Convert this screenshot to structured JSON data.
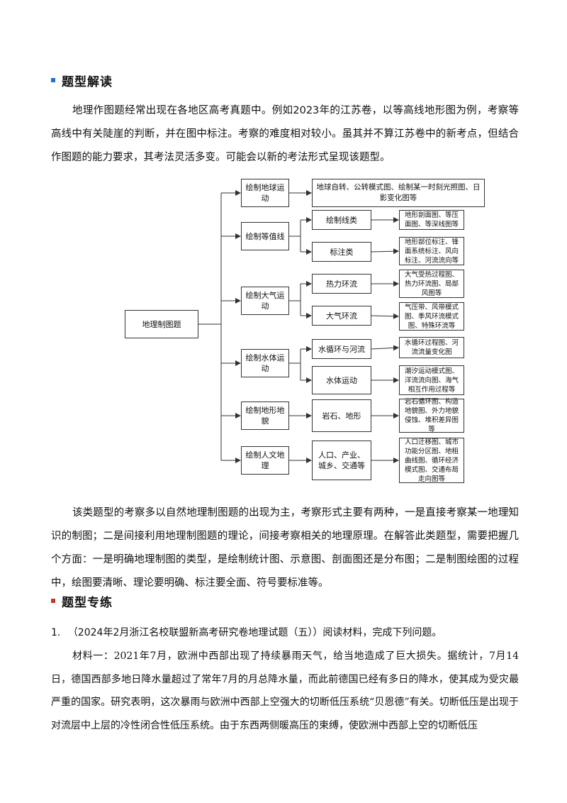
{
  "section1": {
    "title": "题型解读",
    "bullet_color": "#1f6fd1"
  },
  "intro_paragraph": "地理作图题经常出现在各地区高考真题中。例如2023年的江苏卷，以等高线地形图为例，考察等高线中有关陡崖的判断，并在图中标注。考察的难度相对较小。虽其并不算江苏卷中的新考点，但结合作图题的能力要求，其考法灵活多变。可能会以新的考法形式呈现该题型。",
  "diagram": {
    "root": "地理制图题",
    "categories": [
      {
        "label": "绘制地球运动",
        "children": [],
        "notes": [
          "地球自转、公转模式图、绘制某一时刻光照图、日影变化图等"
        ]
      },
      {
        "label": "绘制等值线",
        "children": [
          "绘制线类",
          "标注类"
        ],
        "notes": [
          "地形剖面图、等压面图、等深线图等",
          "地形部位标注、锋面系统标注、风向标注、河流流向等"
        ]
      },
      {
        "label": "绘制大气运动",
        "children": [
          "热力环流",
          "大气环流"
        ],
        "notes": [
          "大气受热过程图、热力环流图、局部风图等",
          "气压带、风带模式图、季风环流模式图、特殊环流等"
        ]
      },
      {
        "label": "绘制水体运动",
        "children": [
          "水循环与河流",
          "水体运动"
        ],
        "notes": [
          "水循环过程图、河流流量变化图",
          "潮汐运动模式图、洋流流向图、海气相互作用过程等"
        ]
      },
      {
        "label": "绘制地形地貌",
        "children": [
          "岩石、地形"
        ],
        "notes": [
          "岩石循环图、构造地貌图、外力地貌侵蚀、堆积差异图等"
        ]
      },
      {
        "label": "绘制人文地理",
        "children": [
          "人口、产业、城乡、交通等"
        ],
        "notes": [
          "人口迁移图、城市功能分区图、地租曲线图、循环经济模式图、交通布局走向图等"
        ]
      }
    ]
  },
  "analysis_paragraph": "该类题型的考察多以自然地理制图题的出现为主，考察形式主要有两种，一是直接考察某一地理知识的制图；二是间接利用地理制图题的理论，间接考察相关的地理原理。在解答此类题型，需要把握几个方面：一是明确地理制图的类型，是绘制统计图、示意图、剖面图还是分布图；二是制图绘图的过程中，绘图要清晰、理论要明确、标注要全面、符号要标准等。",
  "section2": {
    "title": "题型专练",
    "bullet_color": "#c0392b"
  },
  "question": {
    "number": "1.",
    "source": "（2024年2月浙江名校联盟新高考研究卷地理试题（五））阅读材料，完成下列问题。",
    "material": "材料一：2021年7月，欧洲中西部出现了持续暴雨天气，给当地造成了巨大损失。据统计，7月14日，德国西部多地日降水量超过了常年7月的月总降水量，而此前德国已经有多日的降水，使其成为受灾最严重的国家。研究表明，这次暴雨与欧洲中西部上空强大的切断低压系统“贝恩德”有关。切断低压是出现于对流层中上层的冷性闭合性低压系统。由于东西两侧暖高压的束缚，使欧洲中西部上空的切断低压"
  }
}
